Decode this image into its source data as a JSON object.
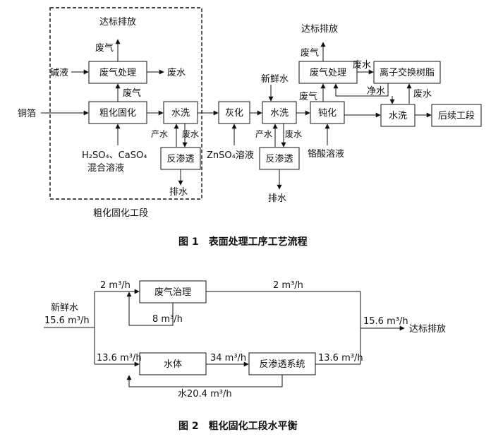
{
  "fig1": {
    "caption": "图 1　表面处理工序工艺流程",
    "dashed_label": "粗化固化工段",
    "boxes": {
      "gas1": "废气处理",
      "roughen": "粗化固化",
      "wash1": "水洗",
      "ro1": "反渗透",
      "ash": "灰化",
      "wash2": "水洗",
      "ro2": "反渗透",
      "passivate": "钝化",
      "gas2": "废气处理",
      "ionex": "离子交换树脂",
      "wash3": "水洗",
      "post": "后续工段"
    },
    "labels": {
      "discharge1": "达标排放",
      "exhaust1": "废气",
      "alkali": "碱液",
      "wastewater1": "废水",
      "exhaust1b": "废气",
      "copper_foil": "铜箔",
      "product_water1": "产水",
      "wastewater1b": "废水",
      "acid_line1": "H₂SO₄、CaSO₄",
      "acid_line2": "混合溶液",
      "drain1": "排水",
      "znso4": "ZnSO₄溶液",
      "fresh_water": "新鲜水",
      "product_water2": "产水",
      "wastewater2": "废水",
      "drain2": "排水",
      "chromic": "铬酸溶液",
      "discharge2": "达标排放",
      "exhaust2": "废气",
      "wastewater_gas2": "废水",
      "exhaust2b": "废气",
      "clean_water": "净水",
      "wastewater3": "废水"
    }
  },
  "fig2": {
    "caption": "图 2　粗化固化工段水平衡",
    "boxes": {
      "gas_treat": "废气治理",
      "water_body": "水体",
      "ro_system": "反渗透系统"
    },
    "labels": {
      "fresh_water": "新鲜水",
      "fresh_flow": "15.6 m³/h",
      "upper_in": "2 m³/h",
      "recycle_gas": "8 m³/h",
      "upper_out": "2 m³/h",
      "lower_in": "13.6 m³/h",
      "to_ro": "34 m³/h",
      "ro_out": "13.6 m³/h",
      "recycle_water": "水20.4 m³/h",
      "total_out": "15.6 m³/h",
      "discharge": "达标排放"
    }
  }
}
